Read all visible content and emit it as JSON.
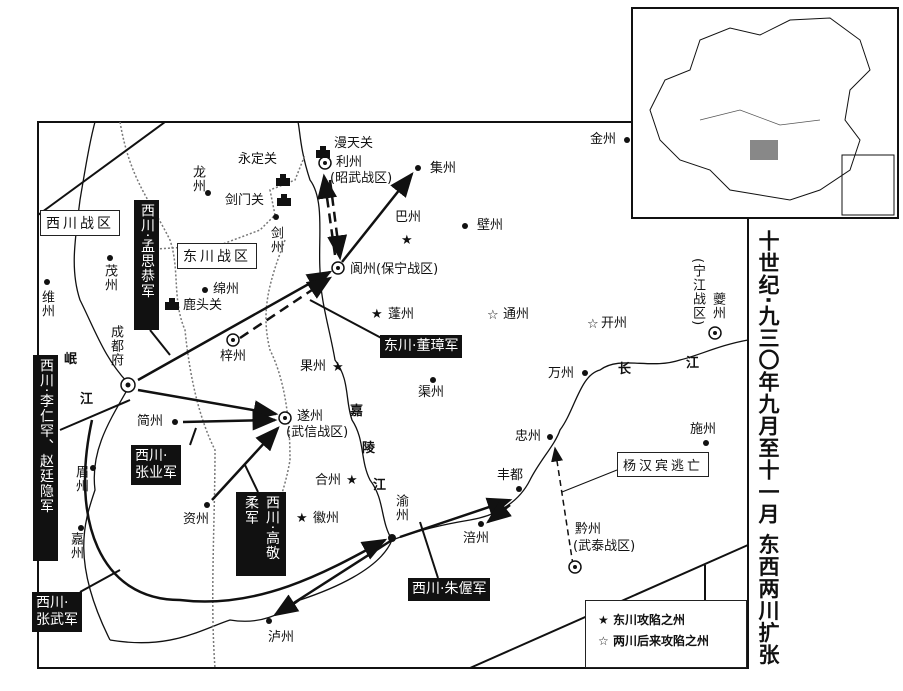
{
  "title": "十世纪·九三〇年九月至十一月 东西两川扩张",
  "regions": {
    "west": "西川战区",
    "east": "东川战区"
  },
  "passes": [
    "漫天关",
    "永定关",
    "剑门关",
    "鹿头关"
  ],
  "places": {
    "lizhou": "利州",
    "lizhou_sub": "(昭武战区)",
    "jizhou": "集州",
    "longzhou": "龙州",
    "jianzhou_n": "剑州",
    "bazhou": "巴州",
    "bizhou": "壁州",
    "maozhou": "茂州",
    "weizhou": "维州",
    "mianzhou": "绵州",
    "langzhou": "阆州(保宁战区)",
    "pengzhou": "蓬州",
    "tongzhou": "通州",
    "kaizhou": "开州",
    "zizhou_n": "梓州",
    "chengdu": "成都府",
    "guozhou": "果州",
    "quzhou": "渠州",
    "wanzhou": "万州",
    "kuizhou": "夔州",
    "kuizhou_sub": "(宁江战区)",
    "jianzhou_s": "简州",
    "suizhou": "遂州",
    "suizhou_sub": "(武信战区)",
    "zhongzhou": "忠州",
    "shizhou": "施州",
    "hezhou": "合州",
    "meizhou": "眉州",
    "jiazhou": "嘉州",
    "zizhou_s": "资州",
    "huizhou": "徽州",
    "yuzhou": "渝州",
    "fengdu": "丰都",
    "fuzhou": "涪州",
    "qianzhou": "黔州",
    "qianzhou_sub": "(武泰战区)",
    "luzhou": "泸州",
    "jinzhou": "金州"
  },
  "rivers": {
    "min1": "岷",
    "min2": "江",
    "jia1": "嘉",
    "jia2": "陵",
    "jia3": "江",
    "chang1": "长",
    "chang2": "江"
  },
  "armies": {
    "meng": "西川·孟思恭军",
    "dong": "东川·董璋军",
    "li": "西川·李仁罕、赵廷隐军",
    "zhangye": [
      "西川·",
      "张业军"
    ],
    "gao": "西川·高敬柔军",
    "zhu": "西川·朱偓军",
    "zhangwu": [
      "西川·",
      "张武军"
    ]
  },
  "escape": "杨汉宾逃亡",
  "legend": [
    {
      "symbol": "★",
      "label": "东川攻陷之州"
    },
    {
      "symbol": "☆",
      "label": "两川后来攻陷之州"
    }
  ]
}
